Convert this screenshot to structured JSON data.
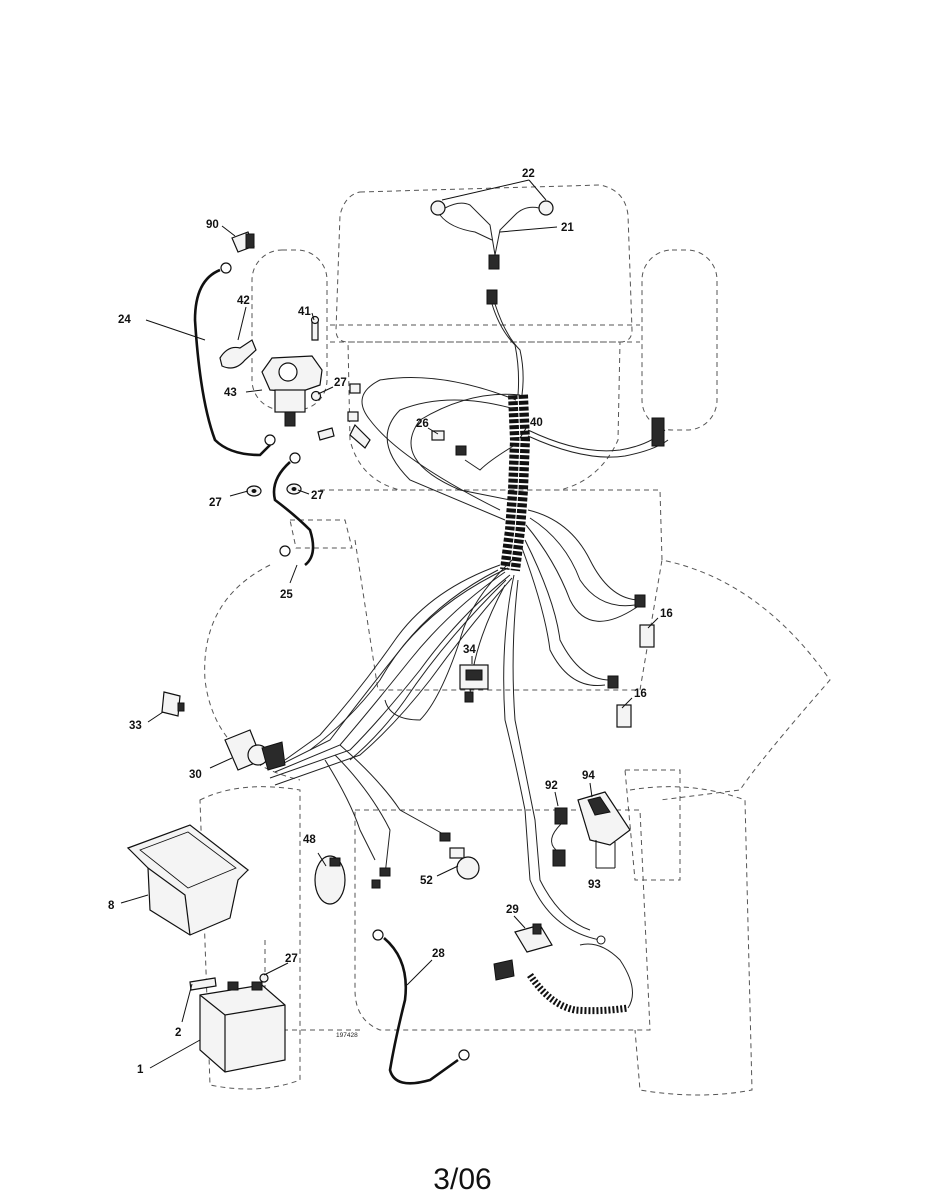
{
  "drawing_number": "197428",
  "page_number": "3/06",
  "callouts": {
    "c1": "1",
    "c2": "2",
    "c8": "8",
    "c16a": "16",
    "c16b": "16",
    "c21": "21",
    "c22": "22",
    "c24": "24",
    "c25": "25",
    "c26": "26",
    "c27a": "27",
    "c27b": "27",
    "c27c": "27",
    "c27d": "27",
    "c28": "28",
    "c29": "29",
    "c30": "30",
    "c33": "33",
    "c34": "34",
    "c40": "40",
    "c41": "41",
    "c42": "42",
    "c43": "43",
    "c48": "48",
    "c52": "52",
    "c90": "90",
    "c92": "92",
    "c93": "93",
    "c94": "94"
  }
}
